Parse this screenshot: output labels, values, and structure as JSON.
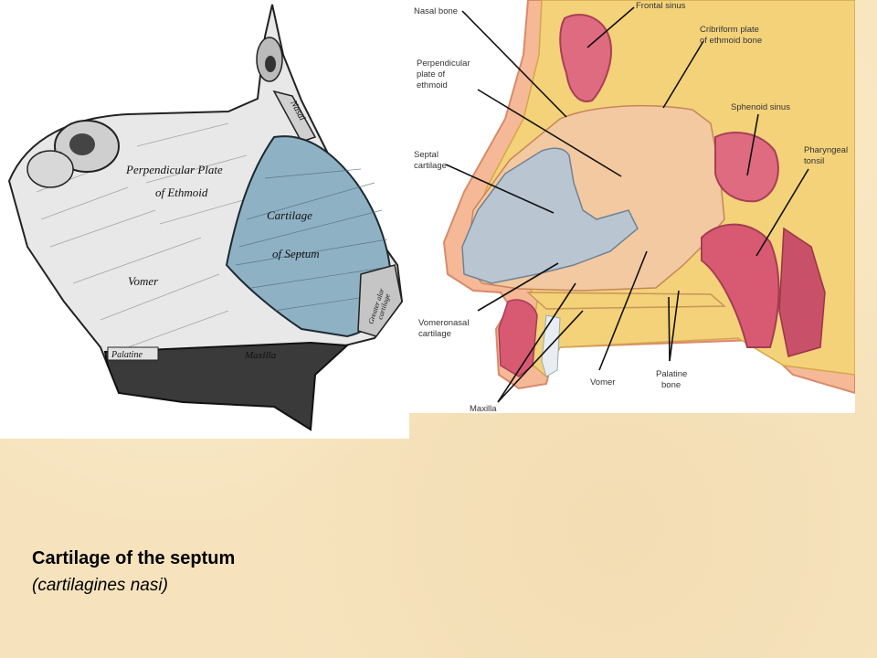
{
  "caption": {
    "title": "Cartilage of the septum",
    "subtitle": "(cartilagines nasi)"
  },
  "left_figure": {
    "labels": {
      "perpendicular_plate_line1": "Perpendicular Plate",
      "perpendicular_plate_line2": "of Ethmoid",
      "cartilage_line1": "Cartilage",
      "cartilage_line2": "of Septum",
      "vomer": "Vomer",
      "palatine": "Palatine",
      "maxilla": "Maxilla",
      "nasal": "Nasal",
      "greater_alar_line1": "Greater alar",
      "greater_alar_line2": "cartilage"
    }
  },
  "right_figure": {
    "labels": {
      "nasal_bone": "Nasal bone",
      "frontal_sinus": "Frontal sinus",
      "cribriform_line1": "Cribriform plate",
      "cribriform_line2": "of ethmoid bone",
      "perpendicular_line1": "Perpendicular",
      "perpendicular_line2": "plate of",
      "perpendicular_line3": "ethmoid",
      "sphenoid_sinus": "Sphenoid sinus",
      "septal_line1": "Septal",
      "septal_line2": "cartilage",
      "pharyngeal_line1": "Pharyngeal",
      "pharyngeal_line2": "tonsil",
      "vomeronasal_line1": "Vomeronasal",
      "vomeronasal_line2": "cartilage",
      "vomer": "Vomer",
      "palatine_line1": "Palatine",
      "palatine_line2": "bone",
      "maxilla": "Maxilla"
    }
  },
  "colors": {
    "background": "#f6e3bd",
    "septal_cartilage": "#b9c6d2",
    "bone_fill": "#f2c9a0",
    "mucosa": "#d85a72",
    "gray_cartilage": "#8fb1c4"
  }
}
